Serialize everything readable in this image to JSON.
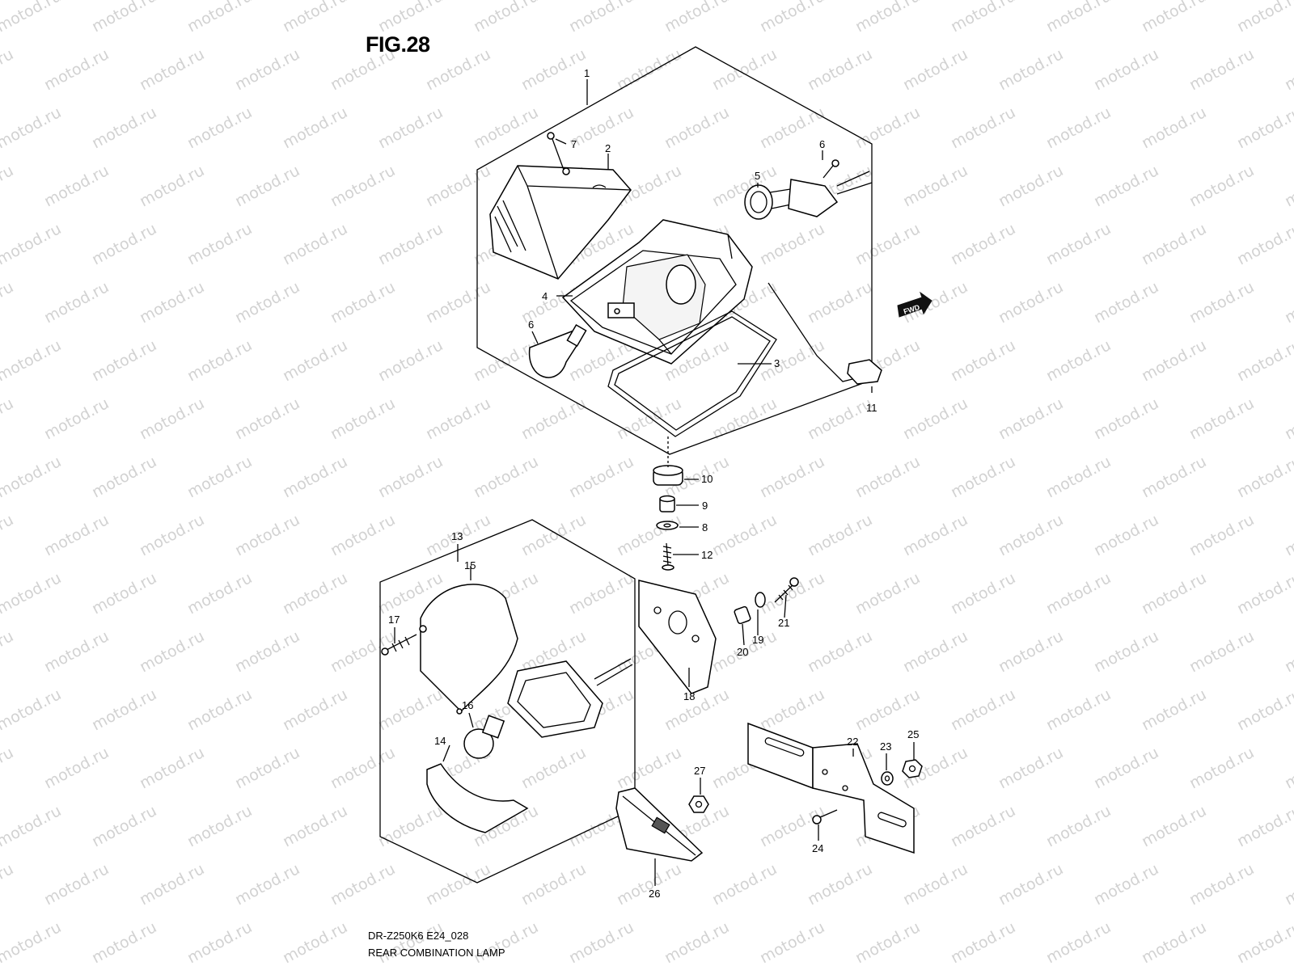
{
  "figure": {
    "title": "FIG.28",
    "model_code": "DR-Z250K6 E24_028",
    "caption": "REAR COMBINATION LAMP",
    "watermark": "motod.ru",
    "direction_badge": "FWD"
  },
  "callouts": [
    {
      "id": "c1",
      "label": "1"
    },
    {
      "id": "c2",
      "label": "2"
    },
    {
      "id": "c3",
      "label": "3"
    },
    {
      "id": "c4",
      "label": "4"
    },
    {
      "id": "c5",
      "label": "5"
    },
    {
      "id": "c6a",
      "label": "6"
    },
    {
      "id": "c6b",
      "label": "6"
    },
    {
      "id": "c7",
      "label": "7"
    },
    {
      "id": "c8",
      "label": "8"
    },
    {
      "id": "c9",
      "label": "9"
    },
    {
      "id": "c10",
      "label": "10"
    },
    {
      "id": "c11",
      "label": "11"
    },
    {
      "id": "c12",
      "label": "12"
    },
    {
      "id": "c13",
      "label": "13"
    },
    {
      "id": "c14",
      "label": "14"
    },
    {
      "id": "c15",
      "label": "15"
    },
    {
      "id": "c16",
      "label": "16"
    },
    {
      "id": "c17",
      "label": "17"
    },
    {
      "id": "c18",
      "label": "18"
    },
    {
      "id": "c19",
      "label": "19"
    },
    {
      "id": "c20",
      "label": "20"
    },
    {
      "id": "c21",
      "label": "21"
    },
    {
      "id": "c22",
      "label": "22"
    },
    {
      "id": "c23",
      "label": "23"
    },
    {
      "id": "c24",
      "label": "24"
    },
    {
      "id": "c25",
      "label": "25"
    },
    {
      "id": "c26",
      "label": "26"
    },
    {
      "id": "c27",
      "label": "27"
    }
  ]
}
